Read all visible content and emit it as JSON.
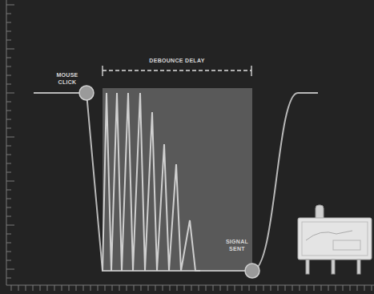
{
  "diagram": {
    "labels": [
      "DEBOUNCE DELAY",
      "MOUSE CLICK",
      "SIGNAL SENT"
    ]
  }
}
